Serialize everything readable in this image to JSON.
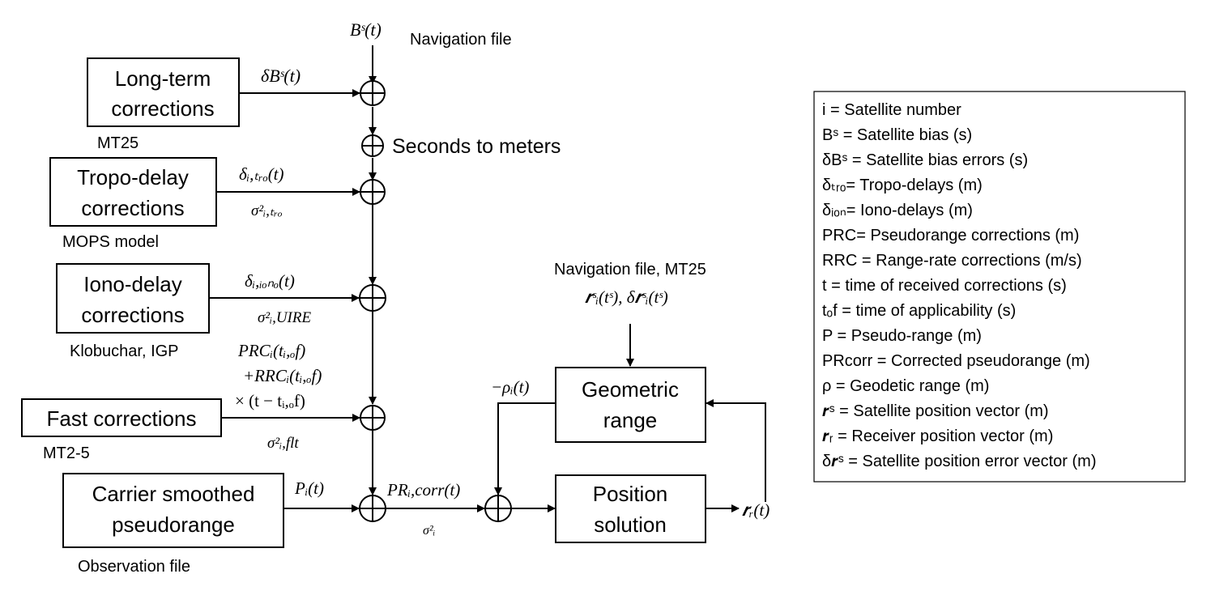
{
  "blocks": {
    "longterm": [
      "Long-term",
      "corrections"
    ],
    "longterm_src": "MT25",
    "tropo": [
      "Tropo-delay",
      "corrections"
    ],
    "tropo_src": "MOPS model",
    "iono": [
      "Iono-delay",
      "corrections"
    ],
    "iono_src": "Klobuchar, IGP",
    "fast": "Fast corrections",
    "fast_src": "MT2-5",
    "carrier": [
      "Carrier smoothed",
      "pseudorange"
    ],
    "carrier_src": "Observation file",
    "geom": [
      "Geometric",
      "range"
    ],
    "pos": [
      "Position",
      "solution"
    ]
  },
  "signals": {
    "top_input": "Bˢ(t)",
    "nav_file": "Navigation file",
    "delta_b": "δBˢ(t)",
    "sec_to_m": "Seconds to meters",
    "tro": "δᵢ,ₜᵣₒ(t)",
    "tro_var": "σ²ᵢ,ₜᵣₒ",
    "iono": "δᵢ,ᵢₒₙₒ(t)",
    "iono_var": "σ²ᵢ,UIRE",
    "fast_l1": "PRCᵢ(tᵢ,ₒf)",
    "fast_l2": "+RRCᵢ(tᵢ,ₒf)",
    "fast_l3": "× (t − tᵢ,ₒf)",
    "flt_var": "σ²ᵢ,flt",
    "p_i": "Pᵢ(t)",
    "pr_corr": "PRᵢ,corr(t)",
    "sigma_i": "σ²ᵢ",
    "rho": "−ρᵢ(t)",
    "nav_mt25": "Navigation file, MT25",
    "sat_pos": "𝒓ˢᵢ(tˢ), δ𝒓ˢᵢ(tˢ)",
    "r_r": "𝒓ᵣ(t)"
  },
  "legend": [
    "i = Satellite number",
    "Bˢ = Satellite bias (s)",
    "δBˢ = Satellite bias errors (s)",
    "δₜᵣₒ= Tropo-delays (m)",
    "δᵢₒₙ= Iono-delays (m)",
    "PRC= Pseudorange corrections (m)",
    "RRC =  Range-rate corrections (m/s)",
    "t = time of received corrections (s)",
    "tₒf = time of applicability (s)",
    "P = Pseudo-range (m)",
    "PRcorr = Corrected pseudorange (m)",
    "ρ = Geodetic range (m)",
    "𝒓ˢ = Satellite position vector (m)",
    "𝒓ᵣ = Receiver position vector (m)",
    "δ𝒓ˢ = Satellite position error vector (m)"
  ]
}
